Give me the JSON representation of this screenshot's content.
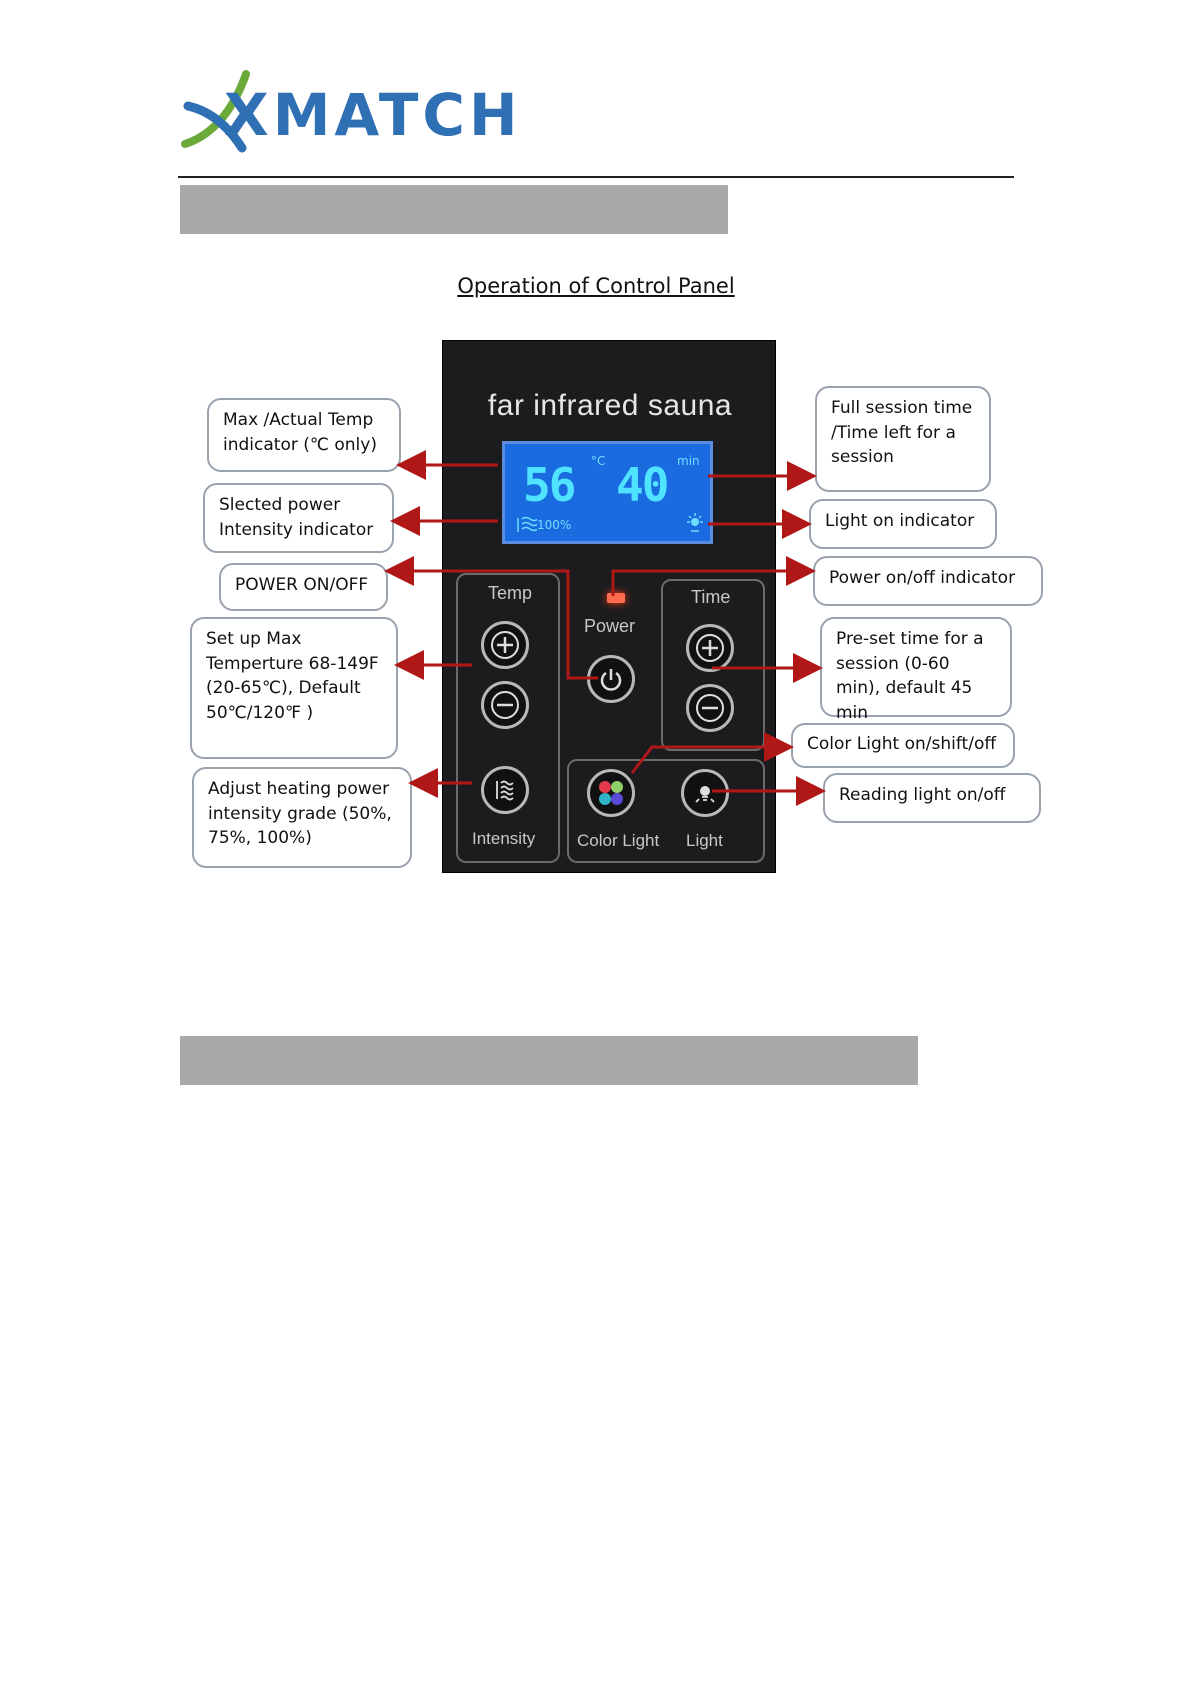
{
  "logo": {
    "text": "XMATCH",
    "colors": {
      "primary": "#2f6fb4",
      "accent": "#6aa93a"
    }
  },
  "section_title": "Operation of Control Panel",
  "panel": {
    "brand": "far infrared sauna",
    "lcd": {
      "temp_value": "56",
      "temp_unit": "°C",
      "time_value": "40",
      "time_unit": "min",
      "intensity_readout": "100%"
    },
    "labels": {
      "temp": "Temp",
      "power": "Power",
      "time": "Time",
      "intensity": "Intensity",
      "color_light": "Color Light",
      "light": "Light"
    },
    "icons": [
      "plus-icon",
      "minus-icon",
      "power-icon",
      "heat-waves-icon",
      "color-dots-icon",
      "bulb-icon"
    ]
  },
  "callouts": {
    "max_actual_temp": "Max /Actual Temp indicator (℃ only)",
    "power_intensity_indicator": "Slected power Intensity indicator",
    "power_on_off": "POWER ON/OFF",
    "set_max_temp": "Set up Max Temperture 68-149F (20-65℃), Default 50℃/120℉ )",
    "adjust_heating": "Adjust heating power intensity grade (50%, 75%, 100%)",
    "full_session_time": "Full session time /Time left for a session",
    "light_on_indicator": "Light on indicator",
    "power_indicator": "Power on/off indicator",
    "preset_time": "Pre-set time for a session (0-60 min), default 45 min",
    "color_light": "Color Light on/shift/off",
    "reading_light": "Reading light on/off"
  },
  "colors": {
    "arrow": "#b01818",
    "lcd": "#1a6ae0",
    "panel": "#1c1c1e",
    "bar": "#a9a9a9"
  }
}
